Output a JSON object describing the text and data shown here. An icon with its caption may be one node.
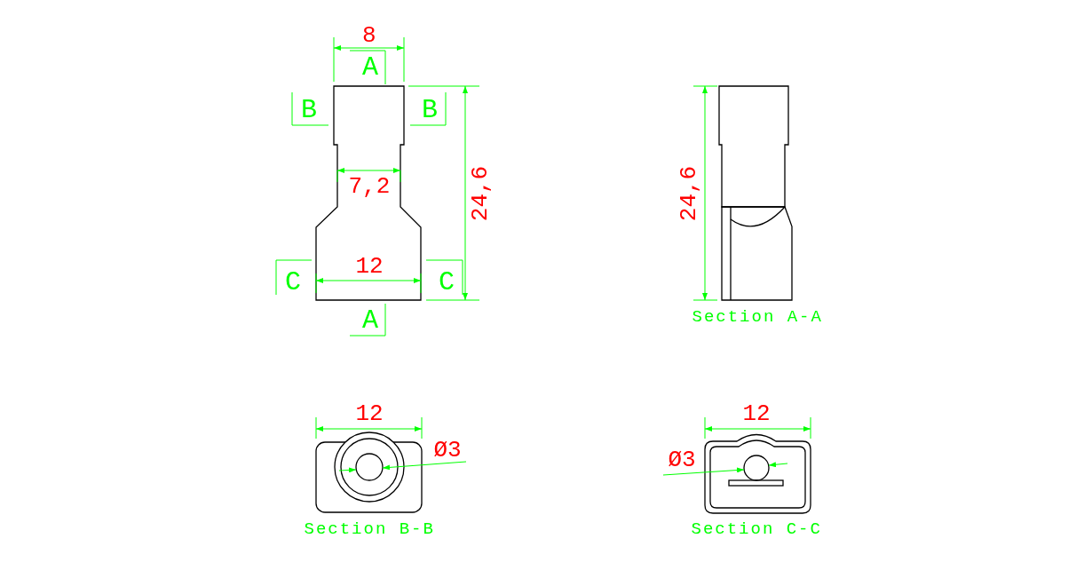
{
  "diagram": {
    "labels": [
      "8",
      "A",
      "B",
      "B",
      "7,2",
      "24,6",
      "12",
      "C",
      "C",
      "A",
      "24,6",
      "Section A-A",
      "12",
      "Ø3",
      "Section B-B",
      "12",
      "Ø3",
      "Section C-C"
    ]
  }
}
